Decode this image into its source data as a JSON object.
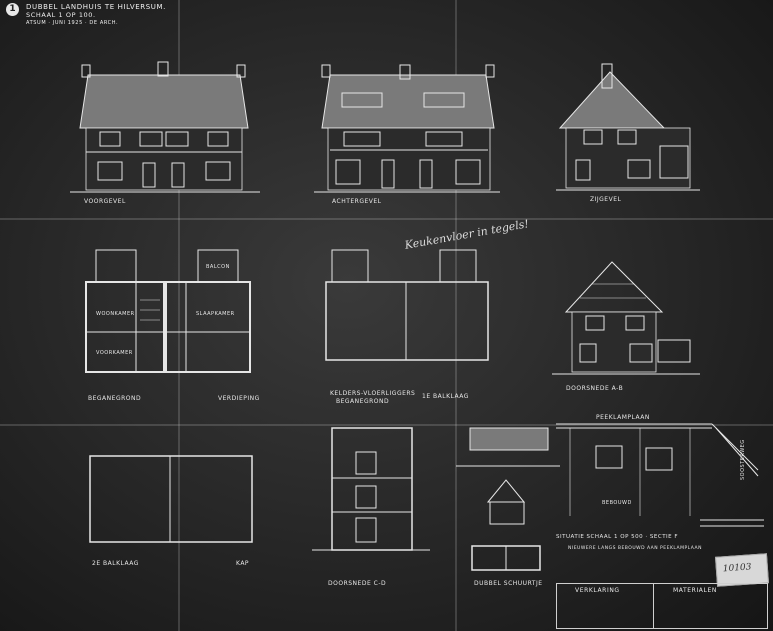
{
  "sheet_number": "1",
  "title": {
    "line1": "DUBBEL LANDHUIS TE HILVERSUM.",
    "line2": "SCHAAL 1 OP 100.",
    "line3": "ATSUM · JUNI 1925 · DE ARCH."
  },
  "elevations": {
    "front": "VOORGEVEL",
    "rear": "ACHTERGEVEL",
    "side": "ZIJGEVEL"
  },
  "plans": {
    "ground": "BEGANEGROND",
    "upper": "VERDIEPING",
    "cellar": "KELDERS-VLOERLIGGERS",
    "cellar_sub": "BEGANEGROND",
    "first_beams": "1E BALKLAAG",
    "second_beams": "2E BALKLAAG",
    "roof": "KAP"
  },
  "sections": {
    "ab": "DOORSNEDE A-B",
    "cd": "DOORSNEDE C-D",
    "shed": "DUBBEL SCHUURTJE"
  },
  "rooms": {
    "balcony": "BALCON",
    "living_room": "WOONKAMER",
    "front_room": "VOORKAMER",
    "bedroom": "SLAAPKAMER"
  },
  "site": {
    "street": "PEEKLAMPLAAN",
    "caption": "SITUATIE SCHAAL 1 OP 500 · SECTIE F",
    "note": "NIEUWERE LANGS BEBOUWD AAN PEEKLAMPLAAN",
    "road": "SOOSTERWEG",
    "built": "BEBOUWD"
  },
  "legend": {
    "left_header": "VERKLARING",
    "right_header": "MATERIALEN"
  },
  "handwriting": "Keukenvloer in tegels!",
  "stamp_text": "10103"
}
